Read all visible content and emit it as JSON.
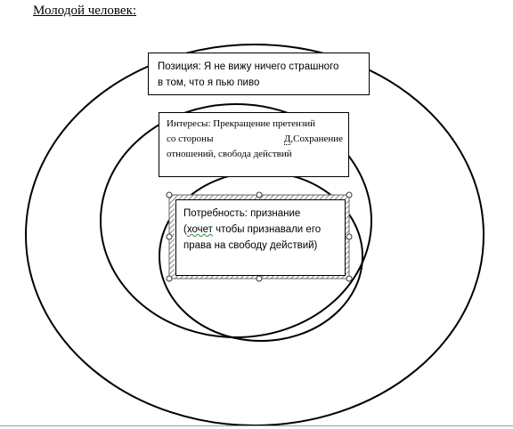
{
  "title": "Молодой человек:",
  "position_box": {
    "line1": "Позиция: Я не вижу ничего страшного",
    "line2": "в том, что я пью пиво"
  },
  "interests_box": {
    "line1": "Интересы: Прекращение претензий",
    "line2_a": "со стороны",
    "line2_b": "Д",
    "line2_c": ",Сохранение",
    "line3": "отношений, свобода действий"
  },
  "need_box": {
    "line1": "Потребность: признание",
    "line2_a": "(",
    "line2_b": "хочет",
    "line2_c": " чтобы признавали его",
    "line3": "права на свободу действий)"
  }
}
